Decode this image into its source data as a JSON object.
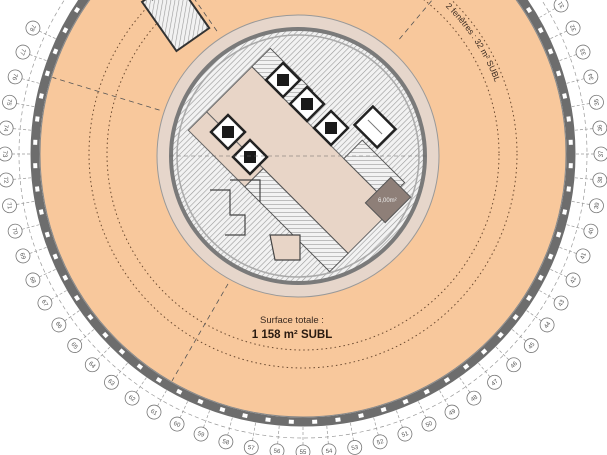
{
  "plan": {
    "total_area_label": "Surface totale :",
    "total_area_value": "1 158 m² SUBL",
    "window_zone_label": "2 fenêtres : 32 m² SUBL",
    "small_room_area": "6,00m²",
    "grid_axis_first": 31,
    "grid_axis_last": 78
  },
  "colors": {
    "floor": "#f8c89c",
    "core": "#e6d6cb",
    "lobby": "#e8d5c7",
    "facade": "#6d6d6d",
    "small_room": "#8e7f78"
  },
  "icons": [
    "elevator-icon",
    "stair-icon",
    "door-icon"
  ]
}
